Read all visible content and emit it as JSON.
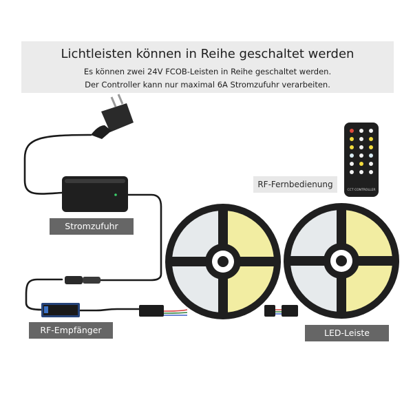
{
  "banner": {
    "title": "Lichtleisten können in Reihe geschaltet werden",
    "line1": "Es können zwei 24V FCOB-Leisten in Reihe geschaltet werden.",
    "line2": "Der Controller kann nur maximal 6A Stromzufuhr verarbeiten."
  },
  "labels": {
    "power_supply": "Stromzufuhr",
    "rf_receiver": "RF-Empfänger",
    "remote": "RF-Fernbedienung",
    "led_strip": "LED-Leiste"
  },
  "remote": {
    "caption": "CCT CONTROLLER"
  },
  "colors": {
    "banner_bg": "#ebebeb",
    "label_dark": "#666666",
    "label_light": "#e8e8e8",
    "device_body": "#1f1f1f",
    "strip_warm": "#f2eda2",
    "strip_cool": "#e6eaec"
  }
}
